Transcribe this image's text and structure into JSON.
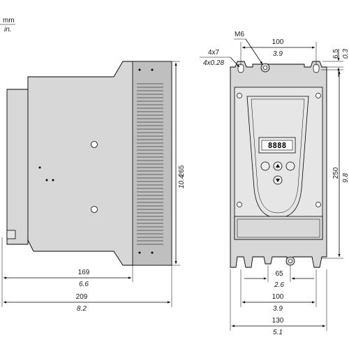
{
  "units": {
    "primary": "mm",
    "secondary": "in."
  },
  "side_view": {
    "width_mm": "169",
    "width_in": "6.6",
    "total_mm": "209",
    "total_in": "8.2",
    "height_mm": "265",
    "height_in": "10.4"
  },
  "front_view": {
    "screw_label": "M6",
    "hole_mm": "4x7",
    "hole_in": "4x0.28",
    "top_hole_spacing_mm": "100",
    "top_hole_spacing_in": "3.9",
    "top_offset_mm": "6.5",
    "top_offset_in": "0.3",
    "hole_height_mm": "250",
    "hole_height_in": "9.8",
    "bottom_spacing_mm": "65",
    "bottom_spacing_in": "2.6",
    "bottom_hole_spacing_mm": "100",
    "bottom_hole_spacing_in": "3.9",
    "width_mm": "130",
    "width_in": "5.1"
  },
  "keypad_display": "8888"
}
